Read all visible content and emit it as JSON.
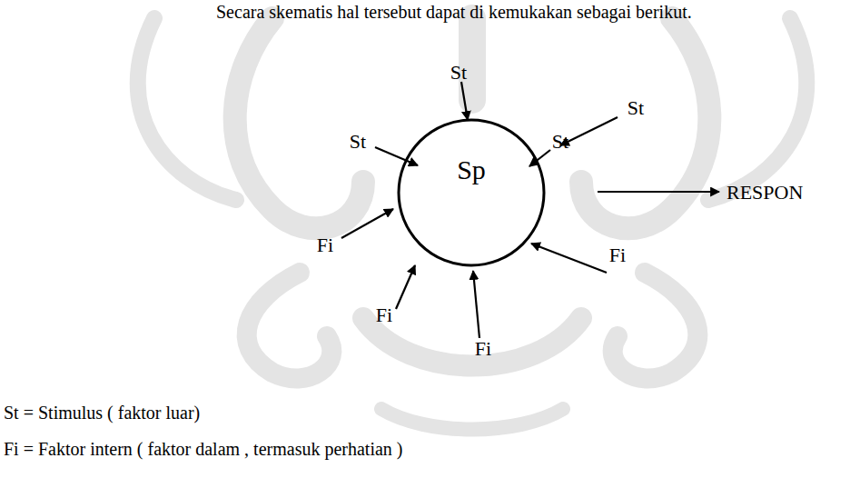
{
  "diagram": {
    "nodes": [
      {
        "text": [
          "Sp"
        ]
      }
    ],
    "labels": [
      "Secara skematis hal tersebut dapat di kemukakan sebagai berikut.",
      "St",
      "St",
      "St",
      "St",
      "Fi",
      "Fi",
      "Fi",
      "Fi",
      "RESPON",
      "St = Stimulus ( faktor luar)",
      "Fi = Faktor intern ( faktor dalam , termasuk perhatian )"
    ]
  }
}
